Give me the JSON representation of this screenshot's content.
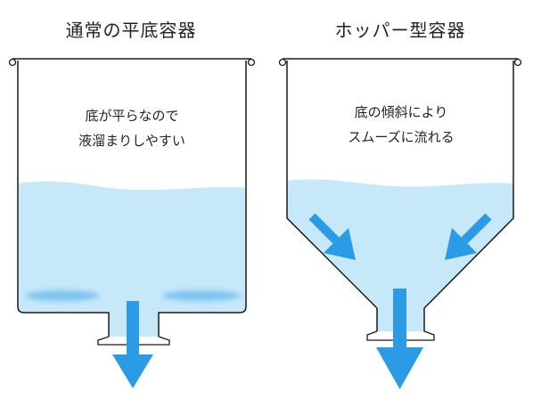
{
  "left_vessel": {
    "title": "通常の平底容器",
    "caption_line1": "底が平らなので",
    "caption_line2": "液溜まりしやすい"
  },
  "right_vessel": {
    "title": "ホッパー型容器",
    "caption_line1": "底の傾斜により",
    "caption_line2": "スムーズに流れる"
  },
  "colors": {
    "liquid": "#c6e8f9",
    "arrow": "#2b9be6",
    "outline": "#1a1a1a"
  }
}
